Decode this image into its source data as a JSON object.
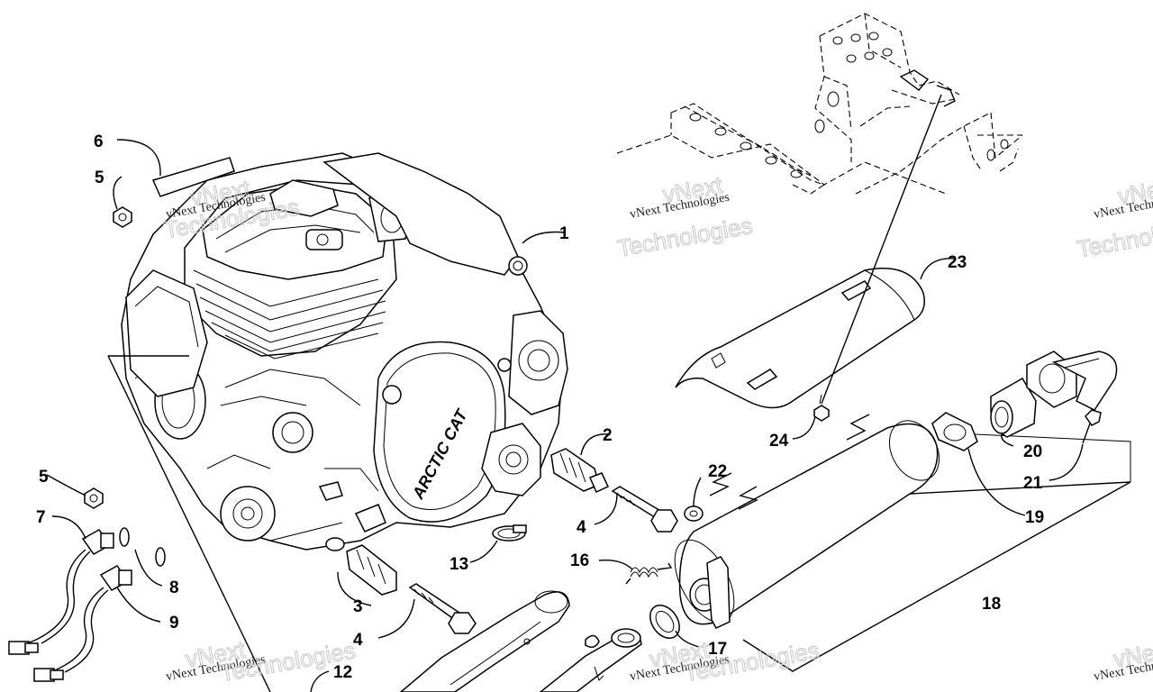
{
  "callouts": {
    "c1": "1",
    "c2": "2",
    "c3": "3",
    "c4a": "4",
    "c4b": "4",
    "c5a": "5",
    "c5b": "5",
    "c6": "6",
    "c7": "7",
    "c8": "8",
    "c9": "9",
    "c12": "12",
    "c13": "13",
    "c16": "16",
    "c17": "17",
    "c18": "18",
    "c19": "19",
    "c20": "20",
    "c21": "21",
    "c22": "22",
    "c23": "23",
    "c24": "24"
  },
  "engine_logo": "ARCTIC CAT",
  "watermark": {
    "line_small": "vNext Technologies",
    "line_big_1": "vNext",
    "line_big_2": "Technologies"
  }
}
